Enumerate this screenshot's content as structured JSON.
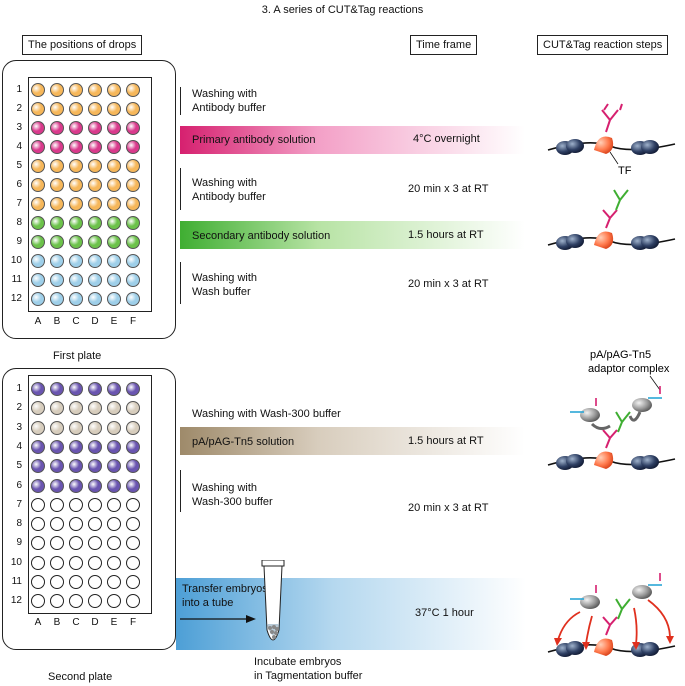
{
  "title": "3. A series of CUT&Tag reactions",
  "headers": {
    "positions": "The positions of drops",
    "time_frame": "Time frame",
    "steps": "CUT&Tag reaction steps"
  },
  "row_labels": [
    "1",
    "2",
    "3",
    "4",
    "5",
    "6",
    "7",
    "8",
    "9",
    "10",
    "11",
    "12"
  ],
  "col_labels": [
    "A",
    "B",
    "C",
    "D",
    "E",
    "F"
  ],
  "plate1": {
    "caption": "First plate",
    "row_colors": [
      "orange",
      "orange",
      "magenta",
      "magenta",
      "orange",
      "orange",
      "orange",
      "green",
      "green",
      "blue",
      "blue",
      "blue"
    ]
  },
  "plate2": {
    "caption": "Second plate",
    "row_colors": [
      "purple",
      "beige",
      "beige",
      "purple",
      "purple",
      "purple",
      "empty",
      "empty",
      "empty",
      "empty",
      "empty",
      "empty"
    ]
  },
  "colors": {
    "orange": "#f6b75a",
    "magenta": "#d93a8c",
    "green": "#6cc24a",
    "blue": "#9ecfe9",
    "purple": "#6a55b0",
    "beige": "#d7cdbd",
    "empty": "#ffffff",
    "primary_bar": "#d6206f",
    "secondary_bar": "#3fae32",
    "tn5_bar": "#9e8a6a",
    "transfer_bar": "#4d9fd6"
  },
  "steps": {
    "wash1_line1": "Washing with",
    "wash1_line2": "Antibody buffer",
    "primary": "Primary antibody solution",
    "primary_time": "4°C overnight",
    "wash2_line1": "Washing with",
    "wash2_line2": "Antibody buffer",
    "wash2_time": "20 min x 3 at RT",
    "secondary": "Secondary antibody solution",
    "secondary_time": "1.5 hours at RT",
    "wash3_line1": "Washing with",
    "wash3_line2": "Wash buffer",
    "wash3_time": "20 min x 3 at RT",
    "wash4": "Washing with Wash-300 buffer",
    "tn5": "pA/pAG-Tn5 solution",
    "tn5_time": "1.5 hours at RT",
    "wash5_line1": "Washing with",
    "wash5_line2": "Wash-300 buffer",
    "wash5_time": "20 min x 3 at RT",
    "transfer_line1": "Transfer embryos",
    "transfer_line2": "into a tube",
    "transfer_time": "37°C 1 hour",
    "incubate_line1": "Incubate embryos",
    "incubate_line2": "in Tagmentation buffer"
  },
  "labels": {
    "tf": "TF",
    "complex_line1": "pA/pAG-Tn5",
    "complex_line2": "adaptor complex"
  }
}
